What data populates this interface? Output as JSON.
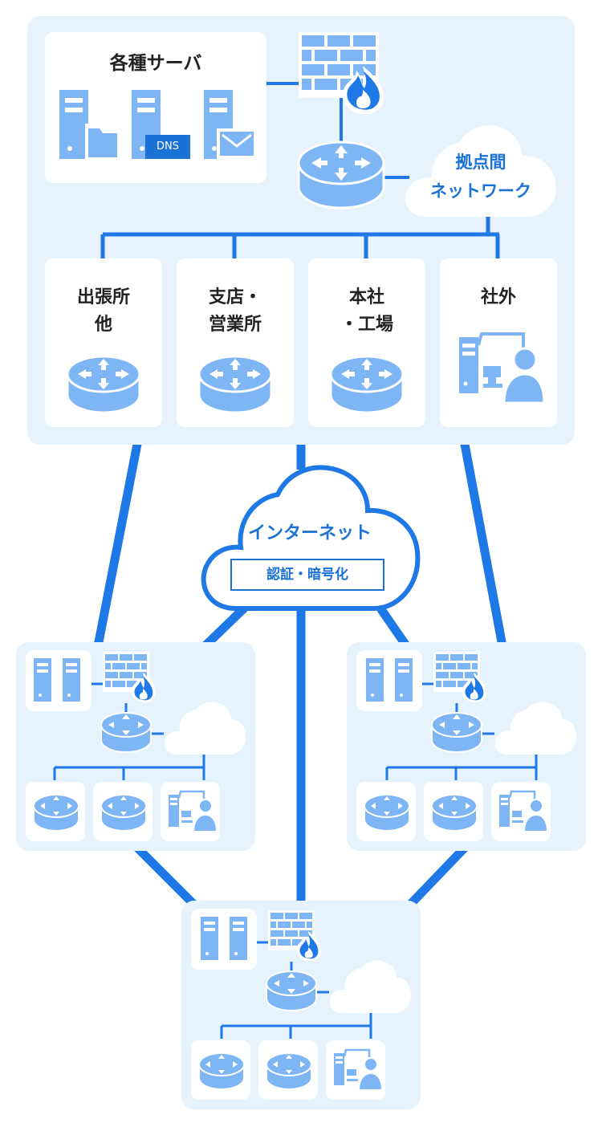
{
  "colors": {
    "accent": "#1a72d6",
    "line": "#1e78e6",
    "icon_fill": "#7db5f5",
    "panel_bg": "#e6f2fc"
  },
  "main": {
    "servers_label": "各種サーバ",
    "dns_label": "DNS",
    "network_label_line1": "拠点間",
    "network_label_line2": "ネットワーク"
  },
  "sites": [
    {
      "line1": "出張所",
      "line2": "他",
      "icon": "router-icon"
    },
    {
      "line1": "支店・",
      "line2": "営業所",
      "icon": "router-icon"
    },
    {
      "line1": "本社",
      "line2": "・工場",
      "icon": "router-icon"
    },
    {
      "line1": "社外",
      "line2": "",
      "icon": "remote-user-icon"
    }
  ],
  "internet": {
    "label": "インターネット",
    "security_label": "認証・暗号化"
  }
}
